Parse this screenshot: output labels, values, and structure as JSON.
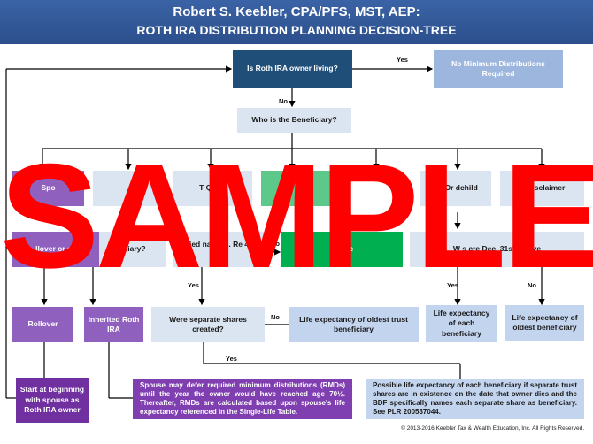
{
  "header": {
    "line1": "Robert S. Keebler, CPA/PFS, MST, AEP:",
    "line2": "ROTH IRA DISTRIBUTION PLANNING DECISION-TREE"
  },
  "nodes": {
    "owner_living": "Is Roth IRA owner living?",
    "no_min": "No Minimum Distributions Required",
    "who": "Who is the Beneficiary?",
    "r1_spouse": "Spo",
    "r1_b": "",
    "r1_trust": "T Q Dis",
    "r1_green": "",
    "r1_child": "ild Or dchild",
    "r1_disclaimer": "C Disclaimer",
    "r2_rollover": "llover or ed",
    "r2_b": "ficiary?",
    "r2_trust": "alified nate ns. Re 401( A-5",
    "r2_five": "Fi rule",
    "r2_sep": "W s cre Dec. 31st of e ye",
    "rollover": "Rollover",
    "inherited": "Inherited Roth IRA",
    "separate": "Were separate shares created?",
    "le_oldest_trust": "Life expectancy of oldest trust beneficiary",
    "le_each": "Life expectancy of each beneficiary",
    "le_oldest": "Life expectancy of oldest beneficiary",
    "start": "Start at beginning with spouse as Roth IRA owner",
    "spouse_note": "Spouse may defer required minimum distributions (RMDs) until the year the owner would have reached age 70½. Thereafter, RMDs are calculated based upon spouse's life expectancy referenced in the Single-Life Table.",
    "possible": "Possible life expectancy of each beneficiary if separate trust shares are in existence on the date that owner dies and the BDF specifically names each separate share as beneficiary. See PLR 200537044."
  },
  "labels": {
    "yes": "Yes",
    "no": "No"
  },
  "watermark": "SAMPLE",
  "copyright": "© 2013-2016  Keebler Tax & Wealth Education, Inc. All Rights Reserved."
}
